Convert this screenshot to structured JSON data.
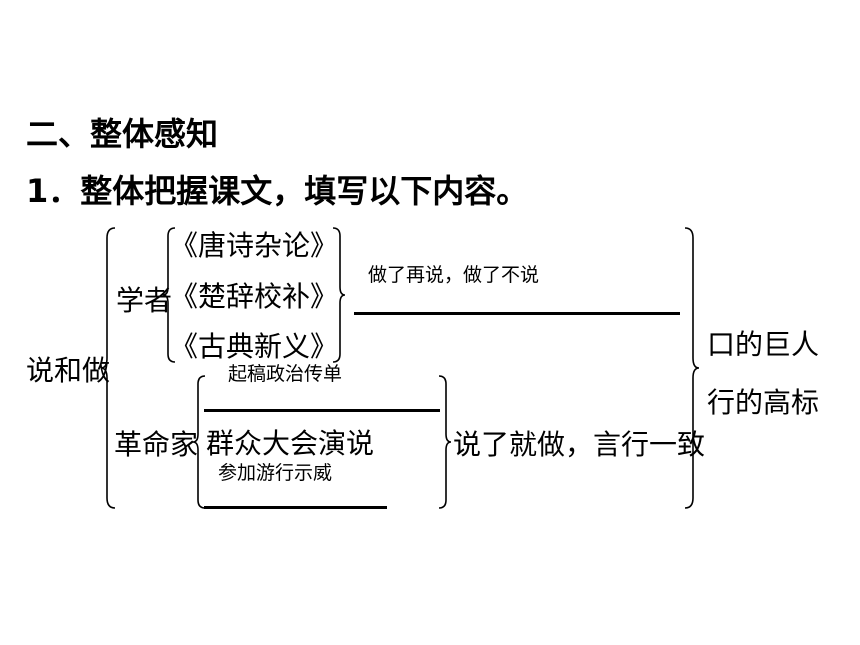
{
  "section_heading": "二、整体感知",
  "task": "1．整体把握课文，填写以下内容。",
  "root_label": "说和做",
  "scholar": {
    "label": "学者",
    "works": [
      "《唐诗杂论》",
      "《楚辞校补》",
      "《古典新义》"
    ],
    "answer": "做了再说，做了不说"
  },
  "revolutionary": {
    "label": "革命家",
    "answer_top": "起稿政治传单",
    "printed_item": "群众大会演说",
    "answer_bottom": "参加游行示威",
    "summary": "说了就做，言行一致"
  },
  "conclusion": [
    "口的巨人",
    "行的高标"
  ]
}
